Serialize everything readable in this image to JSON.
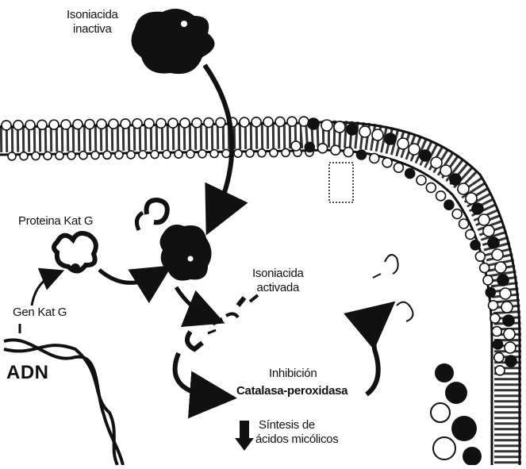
{
  "labels": {
    "isoniazid_inactive_line1": "Isoniacida",
    "isoniazid_inactive_line2": "inactiva",
    "katg_protein": "Proteina Kat G",
    "katg_gene": "Gen Kat G",
    "dna": "ADN",
    "isoniazid_active_line1": "Isoniacida",
    "isoniazid_active_line2": "activada",
    "inhibition": "Inhibición",
    "catalase": "Catalasa-peroxidasa",
    "synthesis_line1": "Síntesis de",
    "synthesis_line2": "ácidos micólicos"
  },
  "colors": {
    "ink": "#111111",
    "background": "#ffffff"
  }
}
